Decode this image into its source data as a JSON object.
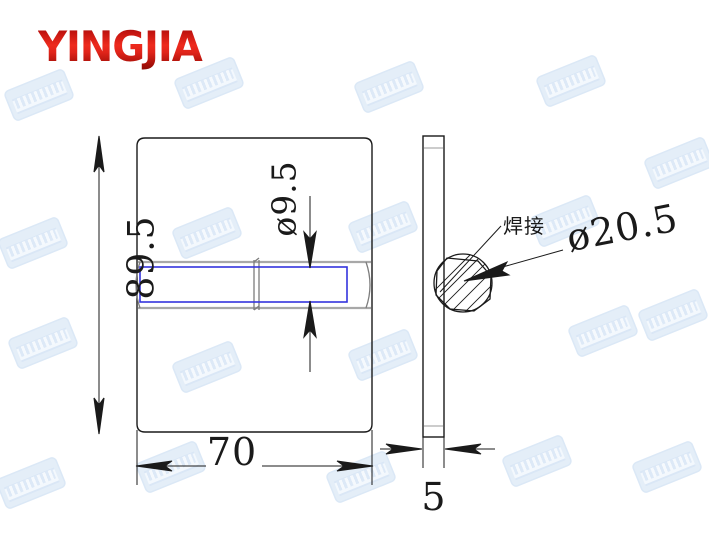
{
  "brand": {
    "name": "YINGJIA",
    "color_start": "#8f0d0a",
    "color_mid": "#ee2a1d",
    "color_end": "#8c0d08"
  },
  "watermark": {
    "text": "yingjia",
    "color": "#e4eef8"
  },
  "drawing": {
    "title": "Technical part drawing",
    "line_color": "#1a1a1a",
    "secondary_line_color": "#9a9a9a",
    "highlight_color": "#3333dd",
    "views": {
      "front": {
        "name": "front-view",
        "body_width_mm": "70",
        "body_height_mm": "89.5",
        "bore_diameter_mm": "9.5"
      },
      "side": {
        "name": "side-view",
        "plate_thickness_mm": "5",
        "boss_diameter_mm": "20.5",
        "weld_note": "焊接"
      }
    },
    "labels": {
      "height_dimension": "89.5",
      "bore_dimension": "ø9.5",
      "width_dimension": "70",
      "thickness_dimension": "5",
      "boss_dimension": "ø20.5",
      "weld_callout": "焊接"
    }
  }
}
